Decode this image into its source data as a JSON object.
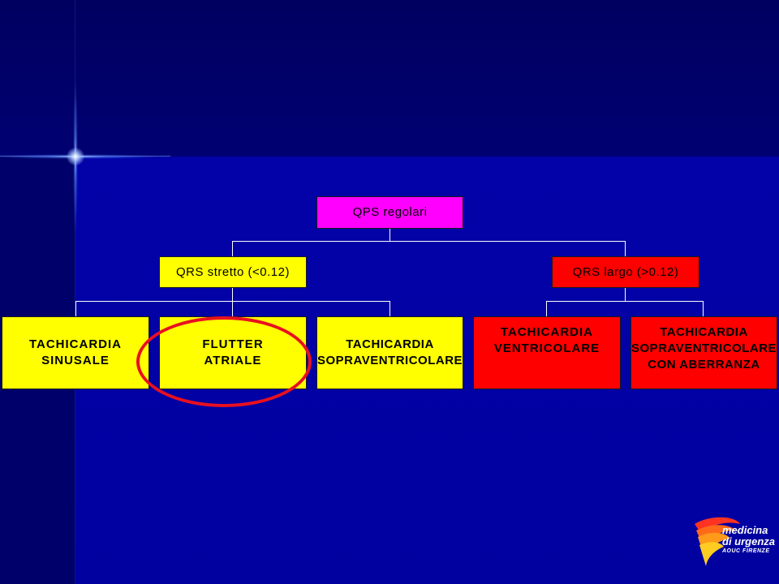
{
  "diagram": {
    "root": {
      "label": "QPS regolari",
      "color": "#ff00ff"
    },
    "narrow": {
      "label": "QRS stretto (<0.12)",
      "color": "#ffff00"
    },
    "wide": {
      "label": "QRS largo (>0.12)",
      "color": "#ff0000"
    },
    "narrow_leaves": [
      {
        "line1": "TACHICARDIA",
        "line2": "SINUSALE",
        "line3": ""
      },
      {
        "line1": "FLUTTER",
        "line2": "ATRIALE",
        "line3": ""
      },
      {
        "line1": "TACHICARDIA",
        "line2": "SOPRAVENTRICOLARE",
        "line3": ""
      }
    ],
    "wide_leaves": [
      {
        "line1": "TACHICARDIA",
        "line2": "VENTRICOLARE",
        "line3": ""
      },
      {
        "line1": "TACHICARDIA",
        "line2": "SOPRAVENTRICOLARE",
        "line3": "CON ABERRANZA"
      }
    ],
    "highlight_color": "#e81020",
    "connector_color": "#ffffff"
  },
  "logo": {
    "line1": "medicina",
    "line2": "di urgenza",
    "line3": "AOUC FIRENZE",
    "icon": "swoosh-logo-icon"
  }
}
